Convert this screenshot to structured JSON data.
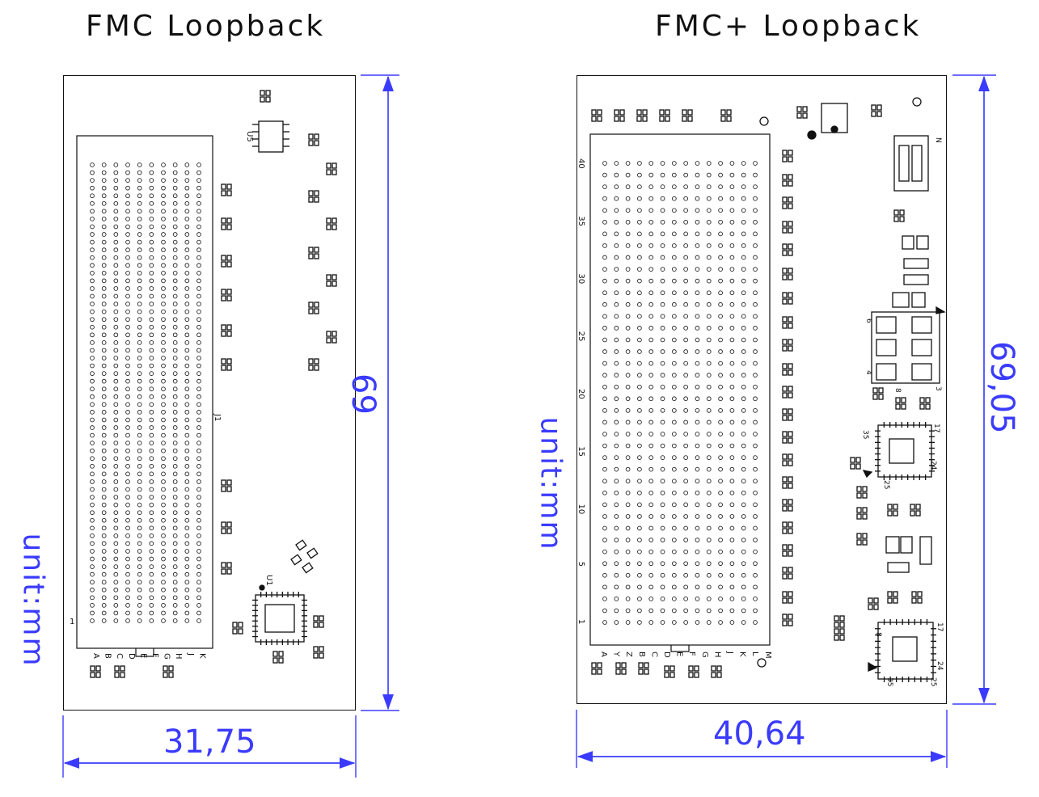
{
  "titles": {
    "fmc": "FMC Loopback",
    "fmc_plus": "FMC+ Loopback"
  },
  "units": {
    "left": "unit:mm",
    "right": "unit:mm"
  },
  "dimensions": {
    "fmc_width": "31,75",
    "fmc_height": "69",
    "fmc_plus_width": "40,64",
    "fmc_plus_height": "69,05"
  },
  "fmc_board": {
    "connector_rows": 60,
    "connector_cols": 10,
    "ref_u5": "U5",
    "ref_u1": "U1",
    "ref_j1": "J1",
    "pin1": "1",
    "row_letters": [
      "A",
      "B",
      "C",
      "D",
      "E",
      "F",
      "G",
      "H",
      "J",
      "K"
    ]
  },
  "fmc_plus_board": {
    "connector_rows": 40,
    "connector_cols": 14,
    "row_numbers": [
      "40",
      "35",
      "30",
      "25",
      "20",
      "15",
      "10",
      "5",
      "1"
    ],
    "row_letters": [
      "A",
      "Y",
      "Z",
      "B",
      "C",
      "D",
      "E",
      "F",
      "G",
      "H",
      "J",
      "K",
      "L",
      "M"
    ],
    "pin_labels": [
      "N",
      "6",
      "4",
      "3",
      "8",
      "17",
      "24",
      "25",
      "35",
      "8",
      "17",
      "24",
      "25",
      "35"
    ]
  },
  "colors": {
    "dimension": "#3b3bff",
    "outline": "#111111"
  }
}
